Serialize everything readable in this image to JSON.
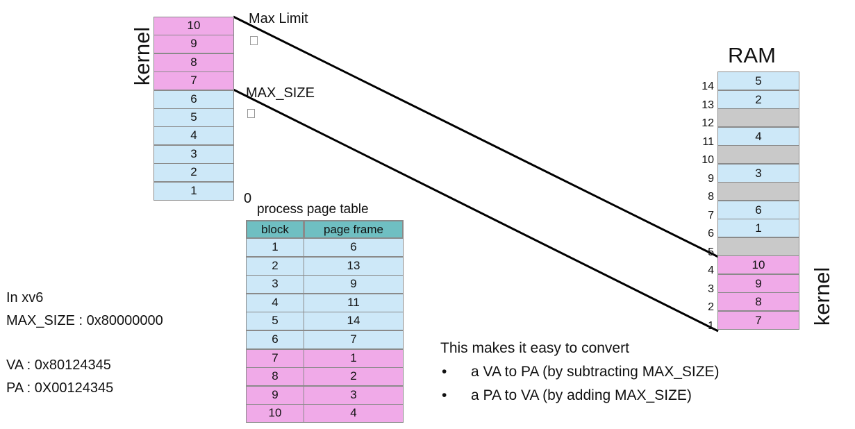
{
  "colors": {
    "user": "#cde8f8",
    "kernel": "#f0aae8",
    "free": "#c9c9c9",
    "header": "#6fbfc2"
  },
  "vspace": {
    "side_label": "kernel",
    "rows": [
      {
        "label": "10",
        "type": "kernel"
      },
      {
        "label": "9",
        "type": "kernel"
      },
      {
        "label": "8",
        "type": "kernel"
      },
      {
        "label": "7",
        "type": "kernel"
      },
      {
        "label": "6",
        "type": "user"
      },
      {
        "label": "5",
        "type": "user"
      },
      {
        "label": "4",
        "type": "user"
      },
      {
        "label": "3",
        "type": "user"
      },
      {
        "label": "2",
        "type": "user"
      },
      {
        "label": "1",
        "type": "user"
      }
    ],
    "max_limit_label": "Max Limit",
    "max_size_label": "MAX_SIZE",
    "zero_label": "0"
  },
  "page_table": {
    "title": "process page table",
    "headers": [
      "block",
      "page frame"
    ],
    "rows": [
      {
        "block": "1",
        "frame": "6",
        "type": "user"
      },
      {
        "block": "2",
        "frame": "13",
        "type": "user"
      },
      {
        "block": "3",
        "frame": "9",
        "type": "user"
      },
      {
        "block": "4",
        "frame": "11",
        "type": "user"
      },
      {
        "block": "5",
        "frame": "14",
        "type": "user"
      },
      {
        "block": "6",
        "frame": "7",
        "type": "user"
      },
      {
        "block": "7",
        "frame": "1",
        "type": "kernel"
      },
      {
        "block": "8",
        "frame": "2",
        "type": "kernel"
      },
      {
        "block": "9",
        "frame": "3",
        "type": "kernel"
      },
      {
        "block": "10",
        "frame": "4",
        "type": "kernel"
      }
    ]
  },
  "ram": {
    "title": "RAM",
    "side_label": "kernel",
    "numbers": [
      "14",
      "13",
      "12",
      "11",
      "10",
      "9",
      "8",
      "7",
      "6",
      "5",
      "4",
      "3",
      "2",
      "1"
    ],
    "cells": [
      {
        "label": "5",
        "type": "user"
      },
      {
        "label": "2",
        "type": "user"
      },
      {
        "label": "",
        "type": "free"
      },
      {
        "label": "4",
        "type": "user"
      },
      {
        "label": "",
        "type": "free"
      },
      {
        "label": "3",
        "type": "user"
      },
      {
        "label": "",
        "type": "free"
      },
      {
        "label": "6",
        "type": "user"
      },
      {
        "label": "1",
        "type": "user"
      },
      {
        "label": "",
        "type": "free"
      },
      {
        "label": "10",
        "type": "kernel"
      },
      {
        "label": "9",
        "type": "kernel"
      },
      {
        "label": "8",
        "type": "kernel"
      },
      {
        "label": "7",
        "type": "kernel"
      }
    ]
  },
  "notes": {
    "line1": "In xv6",
    "line2": "MAX_SIZE : 0x80000000",
    "line3": "VA : 0x80124345",
    "line4": "PA : 0X00124345"
  },
  "explanation": {
    "heading": "This makes it easy to convert",
    "bullet_char": "•",
    "bullets": [
      "a VA to PA (by subtracting MAX_SIZE)",
      "a PA to VA (by adding MAX_SIZE)"
    ]
  }
}
